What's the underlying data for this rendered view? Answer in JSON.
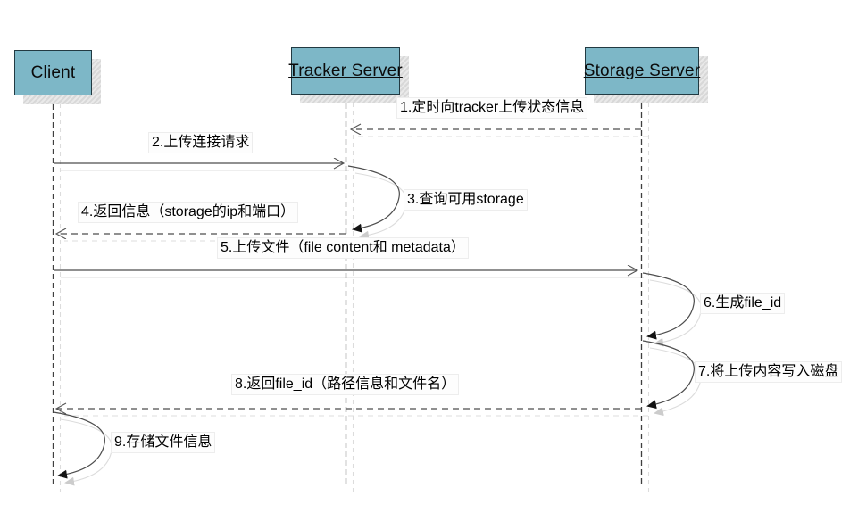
{
  "diagram": {
    "type": "sequence",
    "actors": [
      {
        "name": "Client"
      },
      {
        "name": "Tracker Server"
      },
      {
        "name": "Storage Server"
      }
    ],
    "messages": [
      {
        "seq": "1",
        "label": "1.定时向tracker上传状态信息",
        "from": "Storage Server",
        "to": "Tracker Server",
        "line": "dashed"
      },
      {
        "seq": "2",
        "label": "2.上传连接请求",
        "from": "Client",
        "to": "Tracker Server",
        "line": "solid"
      },
      {
        "seq": "3",
        "label": "3.查询可用storage",
        "from": "Tracker Server",
        "to": "Tracker Server",
        "line": "self"
      },
      {
        "seq": "4",
        "label": "4.返回信息（storage的ip和端口）",
        "from": "Tracker Server",
        "to": "Client",
        "line": "dashed"
      },
      {
        "seq": "5",
        "label": "5.上传文件（file content和 metadata）",
        "from": "Client",
        "to": "Storage Server",
        "line": "solid"
      },
      {
        "seq": "6",
        "label": "6.生成file_id",
        "from": "Storage Server",
        "to": "Storage Server",
        "line": "self"
      },
      {
        "seq": "7",
        "label": "7.将上传内容写入磁盘",
        "from": "Storage Server",
        "to": "Storage Server",
        "line": "self"
      },
      {
        "seq": "8",
        "label": "8.返回file_id（路径信息和文件名）",
        "from": "Storage Server",
        "to": "Client",
        "line": "dashed"
      },
      {
        "seq": "9",
        "label": "9.存储文件信息",
        "from": "Client",
        "to": "Client",
        "line": "self"
      }
    ],
    "colors": {
      "actor_fill": "#7db7c7",
      "actor_border": "#223a42",
      "line": "#555555",
      "arrowhead": "#141414",
      "echo": "#d9d9d9",
      "label_bg": "#fdfdfd"
    }
  }
}
